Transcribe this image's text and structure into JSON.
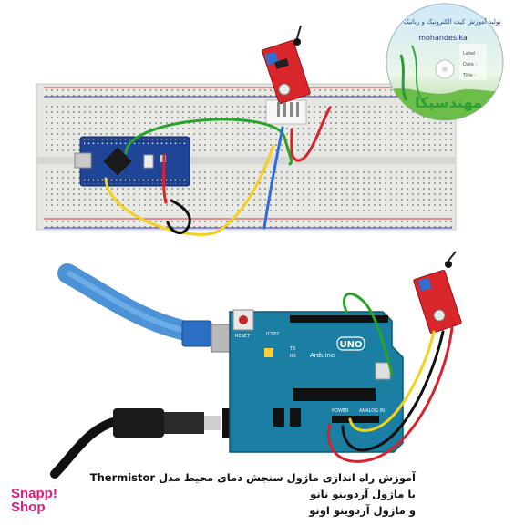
{
  "cd_label": {
    "top_text": "تولید آموزش کیت الکترونیک و رباتیک",
    "site": "mohandesika",
    "fields": [
      "Label :",
      "Date :",
      "Title :"
    ],
    "brand": "مهندسیکا"
  },
  "board_labels": {
    "reset": "RESET",
    "icsp": "ICSP2",
    "tx": "TX",
    "rx": "RX",
    "arduino": "Arduino",
    "uno": "UNO",
    "power": "POWER",
    "analog_in": "ANALOG IN"
  },
  "caption": {
    "line1": "آموزش راه اندازی ماژول  سنجش دمای محیط مدل  Thermistor",
    "line2": "با ماژول آردوینو نانو",
    "line3": "و ماژول آردوینو اونو"
  },
  "logo": {
    "line1": "Snapp!",
    "line2": "Shop"
  }
}
